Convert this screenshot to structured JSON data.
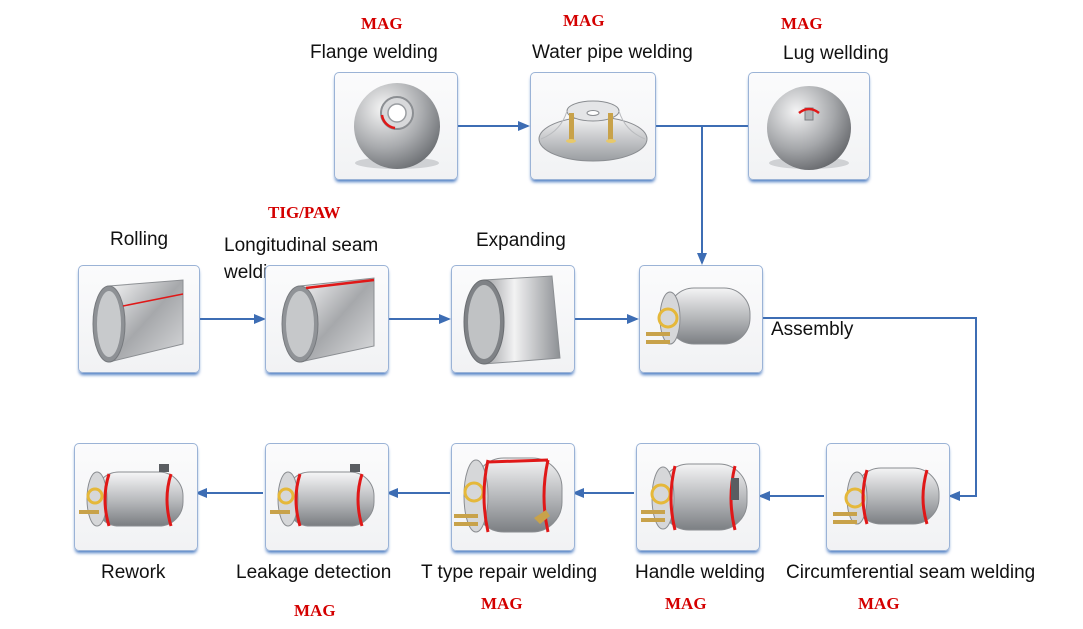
{
  "steps": {
    "flange_welding": {
      "label": "Flange welding",
      "process": "MAG",
      "icon": "dome-flange-icon"
    },
    "water_pipe_welding": {
      "label": "Water pipe welding",
      "process": "MAG",
      "icon": "dome-pipes-icon"
    },
    "lug_welding": {
      "label": "Lug wellding",
      "process": "MAG",
      "icon": "dome-lug-icon"
    },
    "rolling": {
      "label": "Rolling",
      "icon": "rolled-sheet-icon"
    },
    "longitudinal_seam_welding": {
      "label_line1": "Longitudinal seam",
      "label_line2": "welding",
      "process": "TIG/PAW",
      "icon": "cylinder-seam-icon"
    },
    "expanding": {
      "label": "Expanding",
      "icon": "expanded-cylinder-icon"
    },
    "assembly": {
      "label": "Assembly",
      "icon": "tank-assembly-icon"
    },
    "circumferential_seam_welding": {
      "label": "Circumferential seam welding",
      "process": "MAG",
      "icon": "tank-circ-seam-icon"
    },
    "handle_welding": {
      "label": "Handle welding",
      "process": "MAG",
      "icon": "tank-handle-icon"
    },
    "t_type_repair_welding": {
      "label": "T type repair welding",
      "process": "MAG",
      "icon": "tank-repair-icon"
    },
    "leakage_detection": {
      "label": "Leakage detection",
      "process": "MAG",
      "icon": "tank-leak-test-icon"
    },
    "rework": {
      "label": "Rework",
      "icon": "tank-rework-icon"
    }
  },
  "colors": {
    "arrow": "#3d6db4",
    "box_border": "#9bb3d6",
    "weld_seam": "#e01818",
    "process_text": "#d40000"
  }
}
